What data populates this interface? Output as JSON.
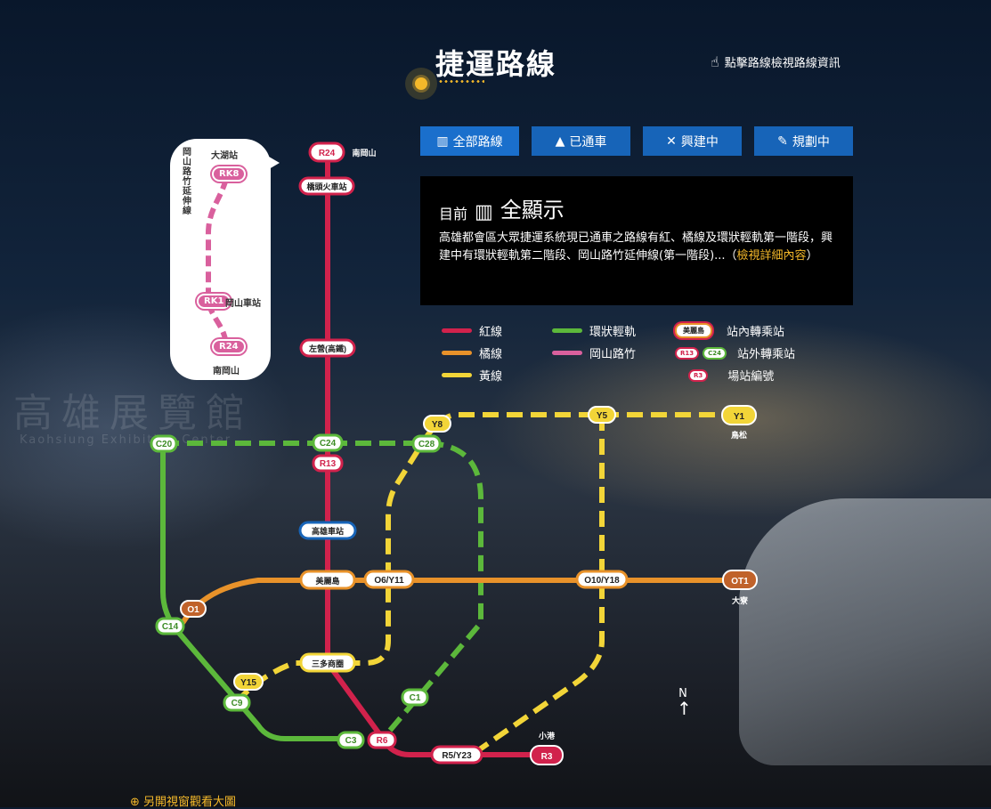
{
  "title": "捷運路線",
  "hint": "點擊路線檢視路線資訊",
  "filters": [
    {
      "label": "全部路線",
      "icon": "map-icon"
    },
    {
      "label": "已通車",
      "icon": "road-icon"
    },
    {
      "label": "興建中",
      "icon": "tools-icon"
    },
    {
      "label": "規劃中",
      "icon": "edit-icon"
    }
  ],
  "info": {
    "current_label": "目前",
    "current_icon": "map-icon",
    "current_value": "全顯示",
    "description": "高雄都會區大眾捷運系統現已通車之路線有紅、橘線及環狀輕軌第一階段，興建中有環狀輕軌第二階段、岡山路竹延伸線(第一階段)...（",
    "more_link": "檢視詳細內容",
    "close_paren": "）"
  },
  "legend": {
    "red": "紅線",
    "orange": "橘線",
    "yellow": "黃線",
    "green": "環狀輕軌",
    "pink": "岡山路竹",
    "transfer_in": "站內轉乘站",
    "transfer_in_sample": "美麗島",
    "transfer_out": "站外轉乘站",
    "transfer_out_sample_a": "R13",
    "transfer_out_sample_b": "C24",
    "station_code": "場站編號",
    "station_code_sample": "R3"
  },
  "colors": {
    "red": "#d1224c",
    "orange": "#e8922a",
    "yellow": "#f2d538",
    "green": "#5cb83b",
    "pink": "#d9609d"
  },
  "extension_popup": {
    "title": "岡山路竹延伸線",
    "top_station_name": "大湖站",
    "top_station_code": "RK8",
    "mid_station_code": "RK1",
    "mid_station_name": "岡山車站",
    "bottom_station_code": "R24",
    "bottom_station_name": "南岡山"
  },
  "stations": {
    "R24": "R24",
    "R24_name": "南岡山",
    "qiaotou": "橋頭火車站",
    "zuoying": "左營(高鐵)",
    "C24": "C24",
    "R13": "R13",
    "kaohsiung": "高雄車站",
    "formosa": "美麗島",
    "sanduo": "三多商圈",
    "R6": "R6",
    "R5Y23": "R5/Y23",
    "R3": "R3",
    "R3_name": "小港",
    "C20": "C20",
    "C28": "C28",
    "C14": "C14",
    "C9": "C9",
    "C3": "C3",
    "C1": "C1",
    "O1": "O1",
    "O6Y11": "O6/Y11",
    "O10Y18": "O10/Y18",
    "OT1": "OT1",
    "OT1_name": "大寮",
    "Y1": "Y1",
    "Y1_name": "鳥松",
    "Y5": "Y5",
    "Y8": "Y8",
    "Y15": "Y15"
  },
  "compass": "N",
  "big_view": "另開視窗觀看大圖"
}
